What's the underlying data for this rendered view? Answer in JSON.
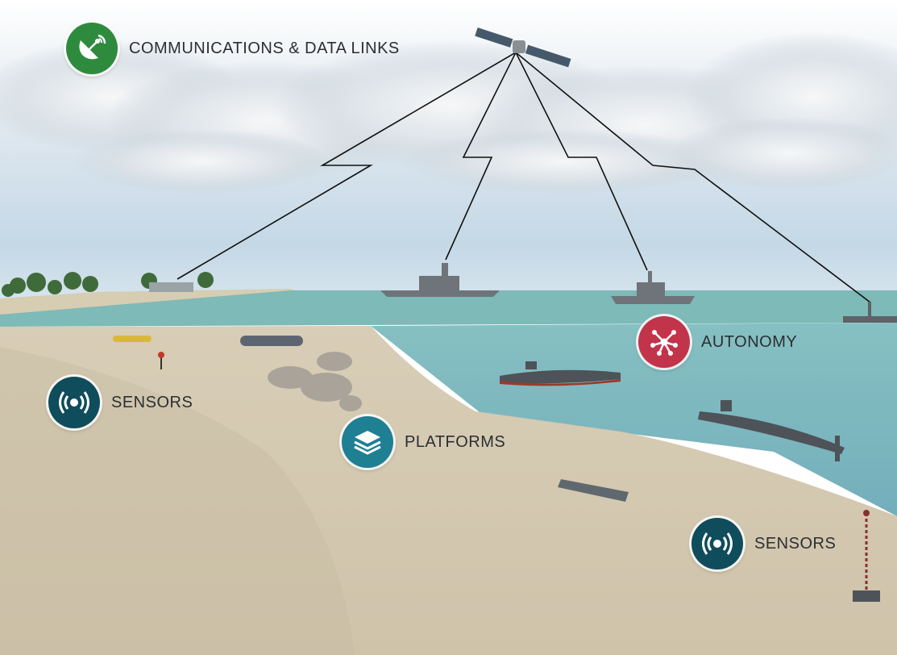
{
  "callouts": {
    "communications": {
      "label": "COMMUNICATIONS & DATA LINKS",
      "icon": "satellite-dish-icon",
      "color": "#2e8b3d"
    },
    "sensors_left": {
      "label": "SENSORS",
      "icon": "broadcast-signal-icon",
      "color": "#0f4c5c"
    },
    "platforms": {
      "label": "PLATFORMS",
      "icon": "stacked-layers-icon",
      "color": "#1f7f93"
    },
    "autonomy": {
      "label": "AUTONOMY",
      "icon": "network-nodes-icon",
      "color": "#c2344a"
    },
    "sensors_right": {
      "label": "SENSORS",
      "icon": "broadcast-signal-icon",
      "color": "#0f4c5c"
    }
  },
  "colors": {
    "sky_top": "#ffffff",
    "sky_horizon": "#dbe7f1",
    "sea_surface": "#6fb3b4",
    "deep_water": "#7fb5bd",
    "seabed_sand": "#d9ccb3",
    "link_lines": "#111111"
  }
}
